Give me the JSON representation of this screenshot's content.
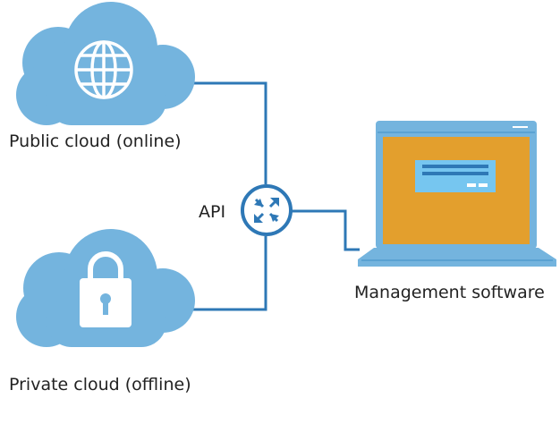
{
  "labels": {
    "public_cloud": "Public cloud (online)",
    "private_cloud": "Private cloud (offline)",
    "api": "API",
    "management": "Management software"
  },
  "colors": {
    "cloud": "#74b4de",
    "line": "#2e78b6",
    "screen": "#e39f2d",
    "laptop_body": "#74b4de",
    "dialog": "#76c6f0"
  },
  "icons": {
    "public_cloud": "globe-icon",
    "private_cloud": "padlock-icon",
    "router": "router-arrows-icon",
    "laptop": "laptop-icon"
  }
}
